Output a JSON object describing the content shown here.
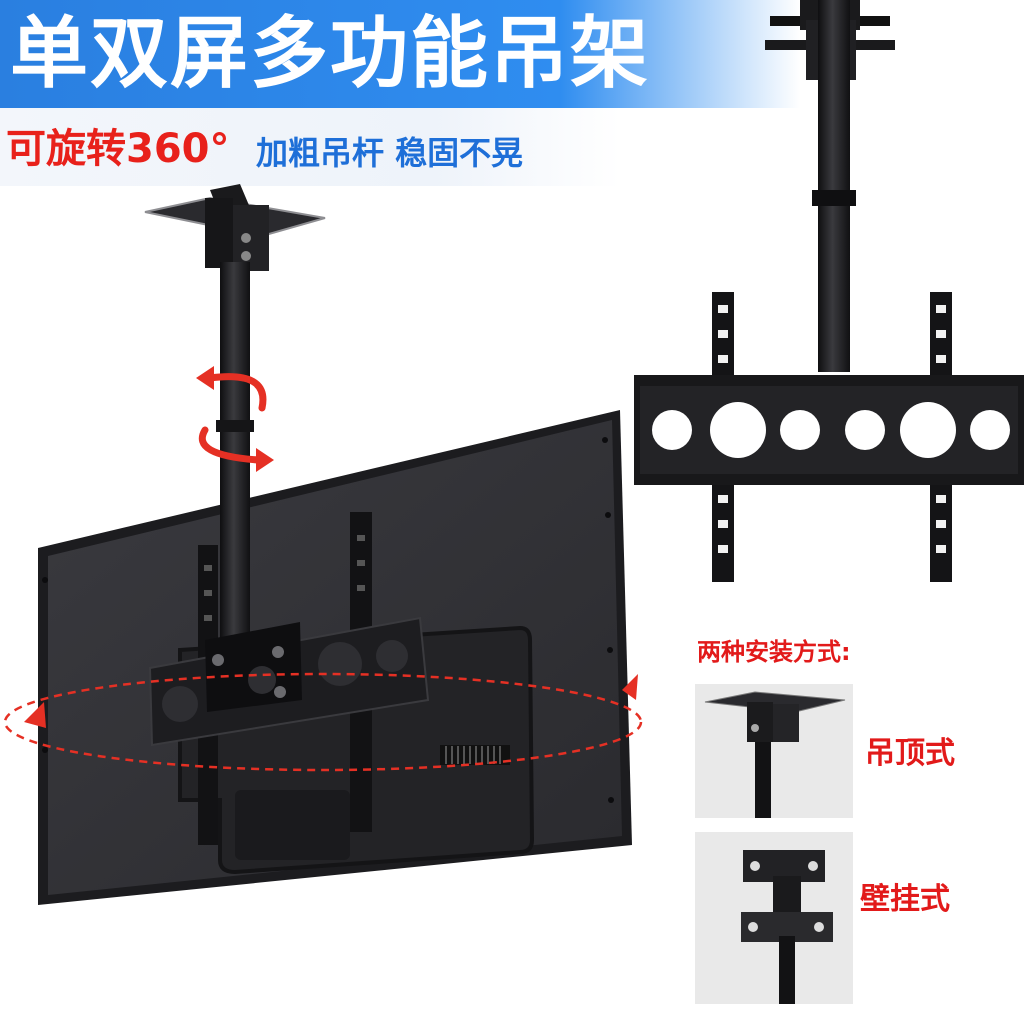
{
  "header": {
    "title": "单双屏多功能吊架",
    "feature_rotate": "可旋转360°",
    "feature_stable": "加粗吊杆 稳固不晃"
  },
  "install": {
    "heading": "两种安装方式:",
    "options": [
      {
        "label": "吊顶式",
        "icon": "ceiling-mount-photo"
      },
      {
        "label": "壁挂式",
        "icon": "wall-mount-photo"
      }
    ]
  },
  "colors": {
    "banner_blue": "#2f8df0",
    "accent_red": "#e21a1a",
    "subtitle_blue": "#1e6fd8",
    "metal_black": "#1c1c1e"
  }
}
